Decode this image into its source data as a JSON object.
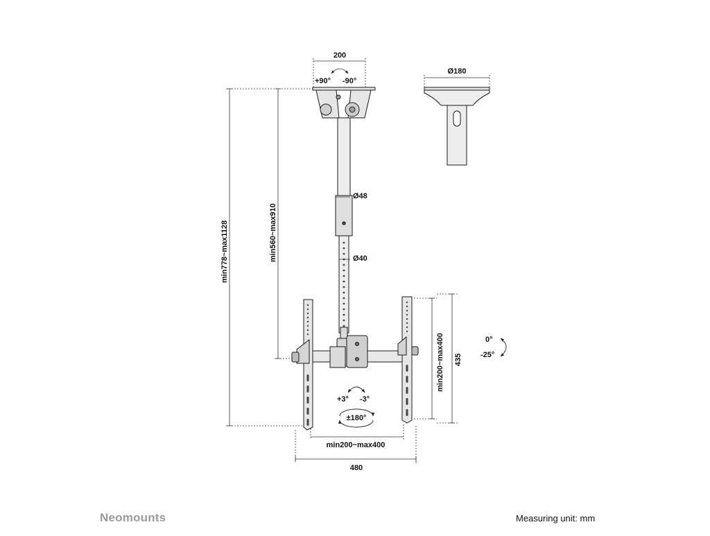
{
  "dimensions": {
    "ceiling_plate_width": "200",
    "swivel_plus": "+90°",
    "swivel_minus": "-90°",
    "cover_diameter": "Ø180",
    "total_height": "min778~max1128",
    "pole_length": "min560~max910",
    "outer_pole_diameter": "Ø48",
    "inner_pole_diameter": "Ø40",
    "tilt_up": "0°",
    "tilt_down": "-25°",
    "vertical_hole_range": "min200~max400",
    "bracket_height": "435",
    "rotation_plus": "+3°",
    "rotation_minus": "-3°",
    "swivel_full": "±180°",
    "horizontal_hole_range": "min200~max400",
    "total_width": "480"
  },
  "footer": {
    "brand": "Neomounts",
    "measuring_unit": "Measuring unit: mm"
  },
  "colors": {
    "line": "#1a1a1a",
    "dim_line": "#333333",
    "metal": "#e6e6e6",
    "metal_dark": "#bdbdbd",
    "brand": "#9a9a9a"
  }
}
